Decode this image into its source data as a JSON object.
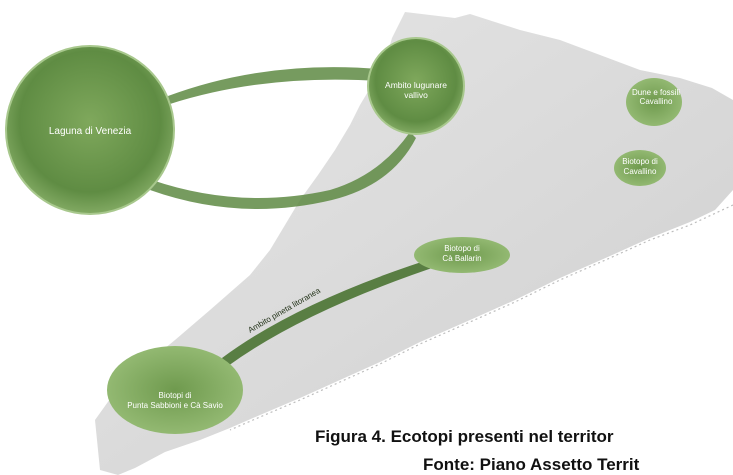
{
  "diagram": {
    "nodes": {
      "laguna_di_venezia": "Laguna di Venezia",
      "ambito_lugunare_line1": "Ambito lugunare",
      "ambito_lugunare_line2": "vallivo",
      "dune_fossili_line1": "Dune e fossili",
      "dune_fossili_line2": "Cavallino",
      "biotopo_cavallino_line1": "Biotopo di",
      "biotopo_cavallino_line2": "Cavallino",
      "biotopo_ballarin_line1": "Biotopo di",
      "biotopo_ballarin_line2": "Cà Ballarin",
      "biotopi_punta_line1": "Biotopi di",
      "biotopi_punta_line2": "Punta Sabbioni e Cà Savio"
    },
    "corridor_label": "Ambito pineta litoranea"
  },
  "caption": {
    "line1": "Figura 4. Ecotopi presenti nel territor",
    "line2": "Fonte: Piano Assetto Territ"
  },
  "colors": {
    "territory": "#d8d8d8",
    "node_green": "#6f9a4e",
    "node_dark": "#4a7332",
    "link_green": "#5e8a43"
  }
}
